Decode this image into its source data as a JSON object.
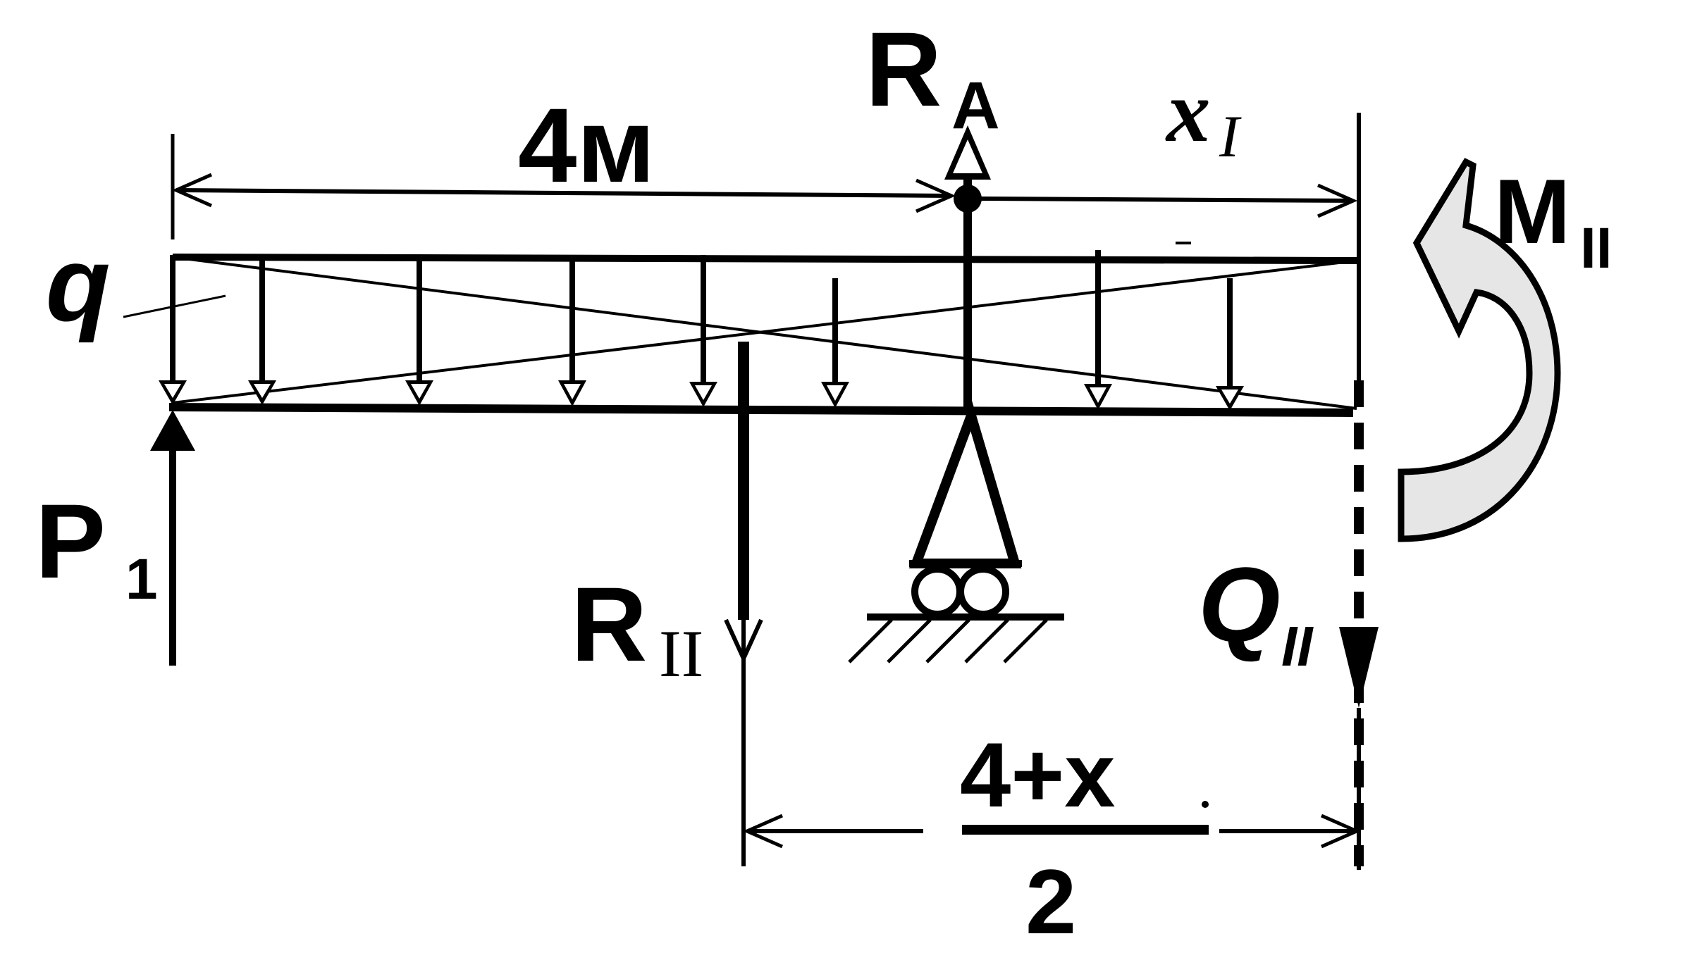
{
  "labels": {
    "length_main": "4м",
    "reaction_a": "R",
    "reaction_a_sub": "A",
    "section_x": "x",
    "section_x_sub": "I",
    "moment": "M",
    "moment_sub": "II",
    "load_q": "q",
    "force_p": "P",
    "force_p_sub": "1",
    "resultant_r": "R",
    "resultant_r_sub": "II",
    "shear_q": "Q",
    "shear_q_sub": "II",
    "fraction_numerator": "4+x",
    "fraction_denominator": "2"
  },
  "colors": {
    "ink": "#000000",
    "moment_fill": "#e6e6e6"
  }
}
